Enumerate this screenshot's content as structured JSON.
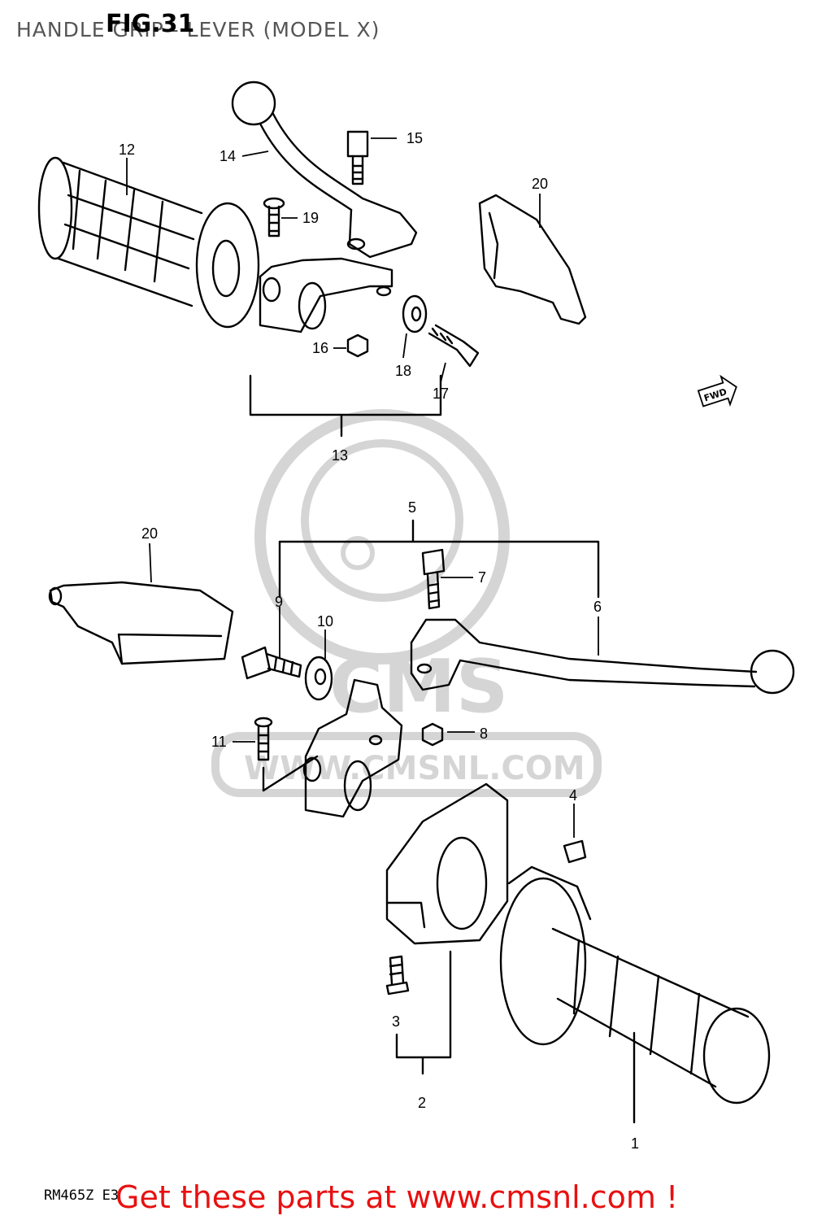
{
  "header": {
    "title": "HANDLE GRIP - LEVER (MODEL X)",
    "figure": "FIG.31"
  },
  "callouts": {
    "c1": "1",
    "c2": "2",
    "c3": "3",
    "c4": "4",
    "c5": "5",
    "c6": "6",
    "c7": "7",
    "c8": "8",
    "c9": "9",
    "c10": "10",
    "c11": "11",
    "c12": "12",
    "c13": "13",
    "c14": "14",
    "c15": "15",
    "c16": "16",
    "c17": "17",
    "c18": "18",
    "c19": "19",
    "c20a": "20",
    "c20b": "20"
  },
  "watermark": {
    "logo": "CMS",
    "url": "WWW.CMSNL.COM"
  },
  "direction_marker": "FWD",
  "footer": {
    "model_code": "RM465Z E3",
    "link_text": "Get these parts at www.cmsnl.com !"
  }
}
